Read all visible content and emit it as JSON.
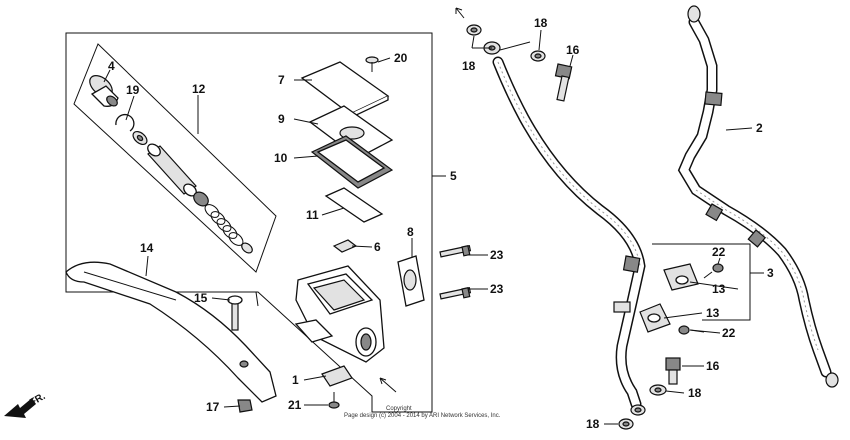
{
  "callouts": {
    "c1": "1",
    "c2": "2",
    "c3": "3",
    "c4": "4",
    "c5": "5",
    "c6": "6",
    "c7": "7",
    "c8": "8",
    "c9": "9",
    "c10": "10",
    "c11": "11",
    "c12": "12",
    "c13a": "13",
    "c13b": "13",
    "c14": "14",
    "c15": "15",
    "c16a": "16",
    "c16b": "16",
    "c17": "17",
    "c18a": "18",
    "c18b": "18",
    "c18c": "18",
    "c18d": "18",
    "c19": "19",
    "c20": "20",
    "c21": "21",
    "c22a": "22",
    "c22b": "22",
    "c23a": "23",
    "c23b": "23"
  },
  "copyright": {
    "line1": "Copyright",
    "line2": "Page design (c) 2004 - 2014 by ARI Network Services, Inc."
  },
  "direction": {
    "label": "FR."
  }
}
